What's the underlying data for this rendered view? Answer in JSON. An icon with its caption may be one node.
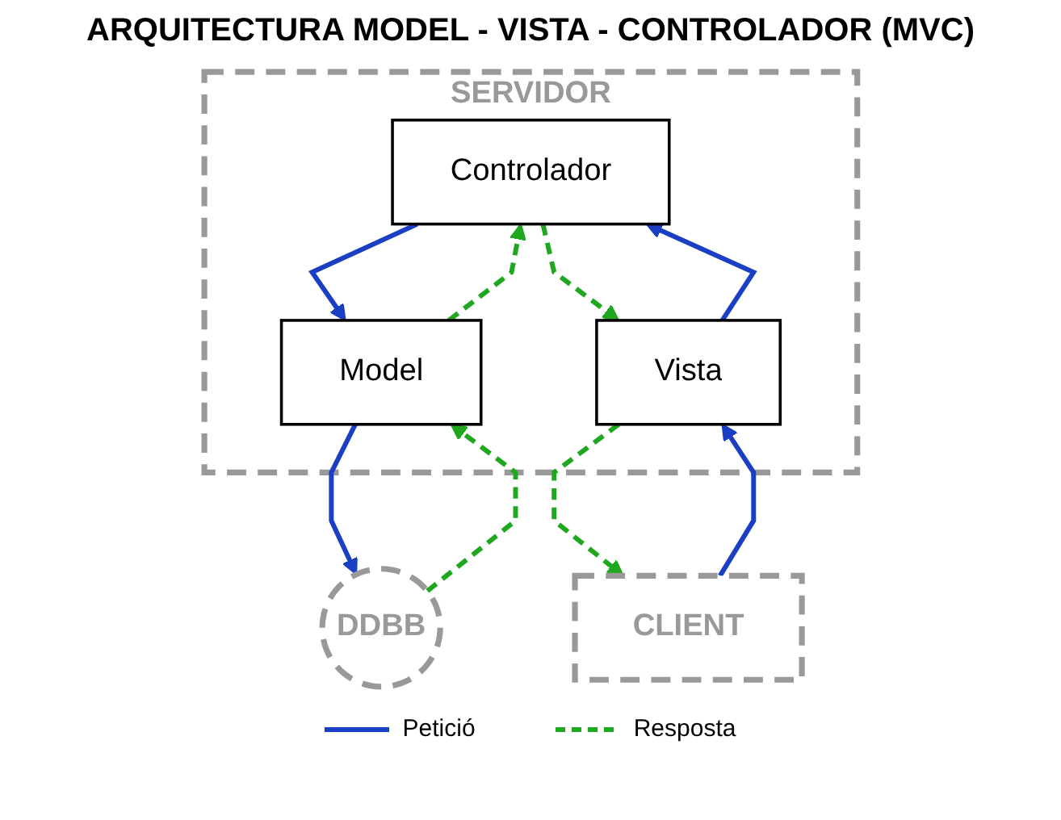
{
  "diagram": {
    "title": "ARQUITECTURA MODEL - VISTA - CONTROLADOR (MVC)",
    "nodes": [
      {
        "text": [
          "SERVIDOR"
        ]
      },
      {
        "text": [
          "Controlador"
        ],
        "in": 0
      },
      {
        "text": [
          "Vista"
        ],
        "in": 0
      },
      {
        "text": [
          "Model"
        ],
        "in": 0
      },
      {
        "text": [
          "CLIENT"
        ]
      },
      {
        "text": [
          "DDBB"
        ]
      }
    ],
    "edges": [
      {
        "from": 2,
        "to": 1,
        "arrow": "to"
      },
      {
        "from": 1,
        "to": 3,
        "arrow": "to"
      },
      {
        "from": 3,
        "to": 1,
        "arrow": "to",
        "style": "dashed",
        "color": "#1fa81f"
      },
      {
        "from": 1,
        "to": 2,
        "arrow": "to",
        "style": "dashed",
        "color": "#1fa81f"
      },
      {
        "from": 4,
        "to": 2,
        "arrow": "to"
      },
      {
        "from": 2,
        "to": 4,
        "arrow": "to",
        "style": "dashed",
        "color": "#1fa81f"
      },
      {
        "from": 3,
        "to": 5,
        "arrow": "to"
      },
      {
        "from": 5,
        "to": 3,
        "arrow": "to",
        "style": "dashed",
        "color": "#1fa81f"
      }
    ],
    "legend": [
      {
        "text": "Petició"
      },
      {
        "text": "Resposta"
      }
    ]
  }
}
